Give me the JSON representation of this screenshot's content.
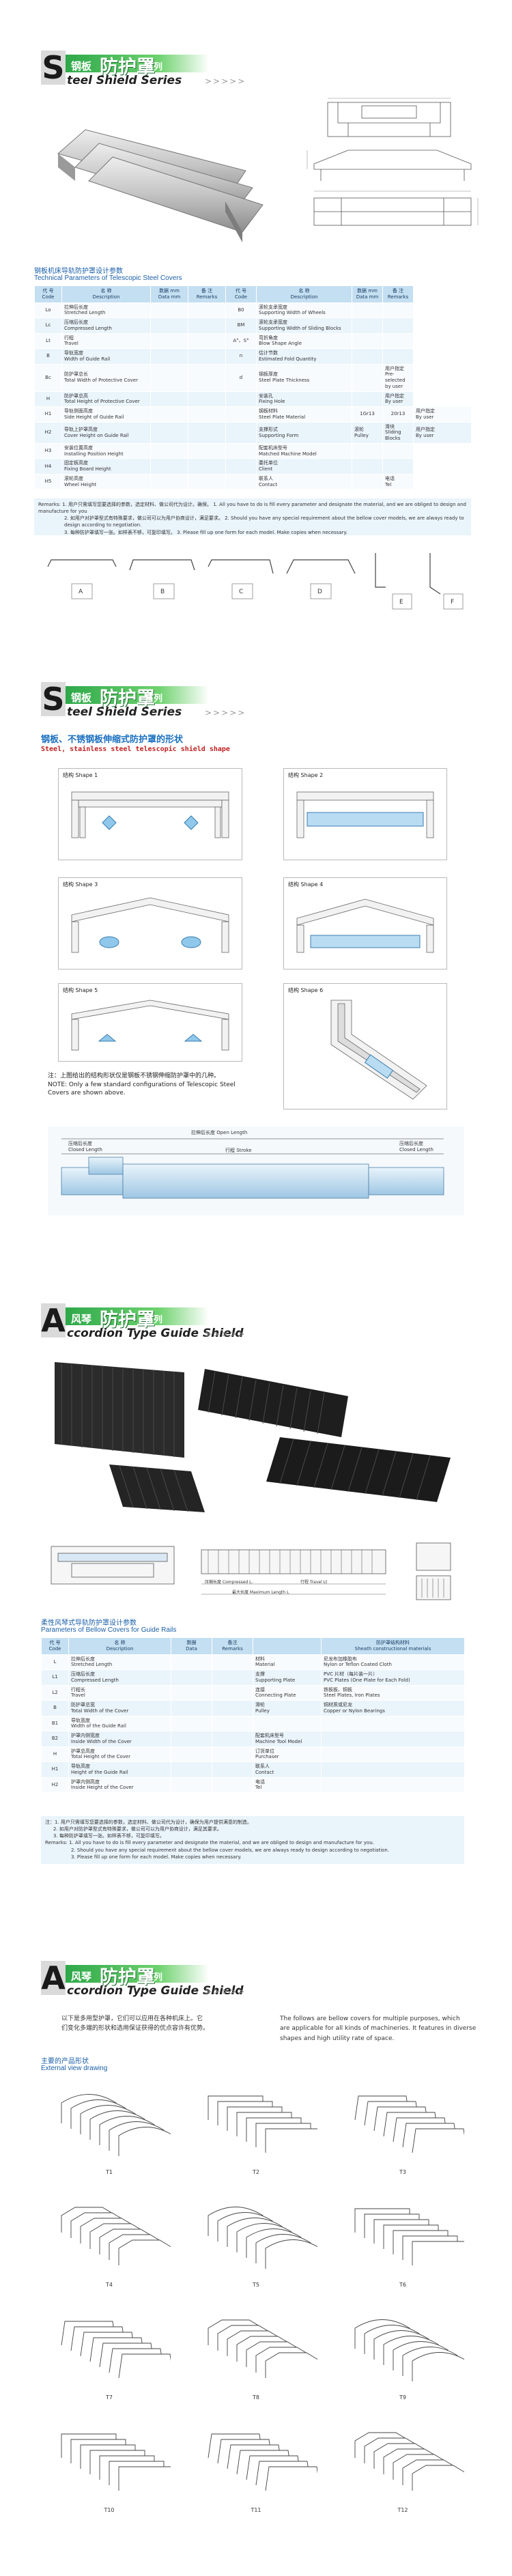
{
  "section1": {
    "header": {
      "letter": "S",
      "cn_a": "钢板",
      "cn_b": "防护罩",
      "cn_c": "系列",
      "en": "teel Shield Series",
      "arrows": ">>>>>"
    },
    "table_title_cn": "钢板机床导轨防护罩设计参数",
    "table_title_en": "Technical Parameters of Telescopic Steel Covers",
    "table_headers": [
      "代 号\nCode",
      "名 称\nDescription",
      "数据 mm\nData mm",
      "备 注\nRemarks",
      "代 号\nCode",
      "名 称\nDescription",
      "数据 mm\nData mm",
      "备 注\nRemarks"
    ],
    "rows": [
      [
        "Lo",
        "拉伸后长度\nStretched Length",
        "",
        "",
        "B0",
        "滚轮支承宽度\nSupporting Width of Wheels",
        "",
        ""
      ],
      [
        "Lc",
        "压缩后长度\nCompressed Length",
        "",
        "",
        "BM",
        "滚轮支承宽度\nSupporting Width of Sliding Blocks",
        "",
        ""
      ],
      [
        "Lt",
        "行程\nTravel",
        "",
        "",
        "A°、S°",
        "弯折角度\nBlow Shape Angle",
        "",
        ""
      ],
      [
        "B",
        "导轨宽度\nWidth of Guide Rail",
        "",
        "",
        "n",
        "估计节数\nEstimated Fold Quantity",
        "",
        ""
      ],
      [
        "Bc",
        "防护罩总长\nTotal Width of Protective Cover",
        "",
        "",
        "d",
        "钢板厚度\nSteel Plate Thickness",
        "",
        "用户指定\nPre-selected by user"
      ],
      [
        "H",
        "防护罩总高\nTotal Height of Protective Cover",
        "",
        "",
        "",
        "安装孔\nFixing Hole",
        "",
        "用户指定\nBy user"
      ],
      [
        "H1",
        "导轨侧面高度\nSide Height of Guide Rail",
        "",
        "",
        "",
        "钢板材料\nSteel Plate Material",
        "1Gr13",
        "20r13",
        "用户指定\nBy user"
      ],
      [
        "H2",
        "导轨上护罩高度\nCover Height on Guide Rail",
        "",
        "",
        "",
        "支撑形式\nSupporting Form",
        "滚轮\nPulley",
        "滑块\nSliding Blocks",
        "用户指定\nBy user"
      ],
      [
        "H3",
        "安装位置高度\nInstalling Position Height",
        "",
        "",
        "",
        "配套机床型号\nMatched Machine Model",
        "",
        ""
      ],
      [
        "H4",
        "固定板高度\nFixing Board Height",
        "",
        "",
        "",
        "委托单位\nClient",
        "",
        ""
      ],
      [
        "H5",
        "滚轮高度\nWheel Height",
        "",
        "",
        "",
        "联系人\nContact",
        "",
        "电话\nTel"
      ]
    ],
    "remarks_cn_1": "Remarks: 1. 用户只需填写您要选择的参数，选定材料、做公司代为设计。确保。",
    "remarks_cn_2": "2. 如用户对护罩型式有特殊要求，做公司可以为用户协商设计，满足要求。",
    "remarks_cn_3": "3. 每种防护罩填写一张。如样表不够，可复印填写。",
    "remarks_en_1": "1. All you have to do is fill every parameter and designate the material, and we are obliged to design and manufacture for you",
    "remarks_en_2": "2. Should you have any special requirement about the bellow cover models, we are always ready to design according to negotiation.",
    "remarks_en_3": "3. Please fill up one form for each model. Make copies when necessary.",
    "profile_labels": [
      "A",
      "B",
      "C",
      "D",
      "E",
      "F"
    ]
  },
  "section2": {
    "header": {
      "letter": "S",
      "cn_a": "钢板",
      "cn_b": "防护罩",
      "cn_c": "系列",
      "en": "teel Shield Series",
      "arrows": ">>>>>"
    },
    "title_cn": "钢板、不锈钢板伸缩式防护罩的形状",
    "title_en": "Steel, stainless steel telescopic shield shape",
    "shapes": [
      "结构 Shape 1",
      "结构 Shape 2",
      "结构 Shape 3",
      "结构 Shape 4",
      "结构 Shape 5",
      "结构 Shape 6"
    ],
    "note_cn": "注：上图给出的结构形状仅是钢板不锈钢伸缩防护罩中的几种。",
    "note_en": "NOTE: Only a few standard configurations of Telescopic Steel Covers are shown above.",
    "diagram": {
      "open": "拉伸后长度 Open Length",
      "closed_l": "压缩后长度",
      "closed_l_en": "Closed Length",
      "stroke": "行程 Stroke",
      "closed_r": "压缩后长度",
      "closed_r_en": "Closed Length"
    }
  },
  "section3": {
    "header": {
      "letter": "A",
      "cn_a": "风琴",
      "cn_b": "防护罩",
      "cn_c": "系列",
      "en": "ccordion Type Guide Shield",
      "arrows": ">>>>>"
    },
    "diagram_labels": {
      "compressed": "压缩长度 Compressed L.",
      "travel": "行程 Travel Lt",
      "max": "最大长度 Maximum Length L"
    },
    "table_title_cn": "柔性风琴式导轨防护罩设计参数",
    "table_title_en": "Parameters of Bellow Covers for Guide Rails",
    "table_headers": [
      "代 号\nCode",
      "名 称\nDescription",
      "数据\nData",
      "备注\nRemarks",
      "",
      "防护罩结构材料\nSheath constructional materials"
    ],
    "rows": [
      [
        "L",
        "拉伸后长度\nStretched Length",
        "",
        "",
        "材料\nMaterial",
        "尼龙布加橡胶布\nNylon or Teflon Coated Cloth"
      ],
      [
        "L1",
        "压缩后长度\nCompressed Length",
        "",
        "",
        "支撑\nSupporting Plate",
        "PVC 片材（每片装一片）\nPVC Plates (One Plate for Each Fold)"
      ],
      [
        "L2",
        "行程长\nTravel",
        "",
        "",
        "连接\nConnecting Plate",
        "铁板板、铜板\nSteel Plates, Iron Plates"
      ],
      [
        "B",
        "防护罩总宽\nTotal Width of the Cover",
        "",
        "",
        "滑轮\nPulley",
        "铜材质或尼龙\nCopper or Nylon Bearings"
      ],
      [
        "B1",
        "导轨宽度\nWidth of the Guide Rail",
        "",
        "",
        "",
        ""
      ],
      [
        "B2",
        "护罩内侧宽度\nInside Width of the Cover",
        "",
        "",
        "配套机床型号\nMachine Tool Model",
        ""
      ],
      [
        "H",
        "护罩总高度\nTotal Height of the Cover",
        "",
        "",
        "订货单位\nPurchaser",
        ""
      ],
      [
        "H1",
        "导轨高度\nHeight of the Guide Rail",
        "",
        "",
        "联系人\nContact",
        ""
      ],
      [
        "H2",
        "护罩内侧高度\nInside Height of the Cover",
        "",
        "",
        "电话\nTel",
        ""
      ]
    ],
    "remarks_cn_1": "注：1. 用户只需填写您要选择的参数，选定材料、做公司代为设计，确保为用户提供满意的制造。",
    "remarks_cn_2": "2. 如用户对防护罩型式有特殊要求，做公司可以为用户协商设计，满足其要求。",
    "remarks_cn_3": "3. 每种防护罩填写一张。如样表不够，可复印填写。",
    "remarks_en_1": "Remarks: 1. All you have to do is fill every parameter and designate the material, and we are obliged to design and manufacture for you.",
    "remarks_en_2": "2. Should you have any special requirement about the bellow cover models, we are always ready to design according to negotiation.",
    "remarks_en_3": "3. Please fill up one form for each model. Make copies when necessary."
  },
  "section4": {
    "header": {
      "letter": "A",
      "cn_a": "风琴",
      "cn_b": "防护罩",
      "cn_c": "系列",
      "en": "ccordion Type Guide Shield",
      "arrows": ">>>>>"
    },
    "intro_cn_1": "以下是多用型护罩，它们可以应用在各种机床上。它",
    "intro_cn_2": "们变化多端的形状和选用保证获得的优点容许有优势。",
    "intro_en_1": "The follows are bellow covers for multiple purposes, which",
    "intro_en_2": "are applicable for all kinds of machineries. It features in diverse",
    "intro_en_3": "shapes and high utility rate of space.",
    "drawing_title_cn": "主要的产品形状",
    "drawing_title_en": "External view drawing",
    "types": [
      "T1",
      "T2",
      "T3",
      "T4",
      "T5",
      "T6",
      "T7",
      "T8",
      "T9",
      "T10",
      "T11",
      "T12"
    ]
  }
}
